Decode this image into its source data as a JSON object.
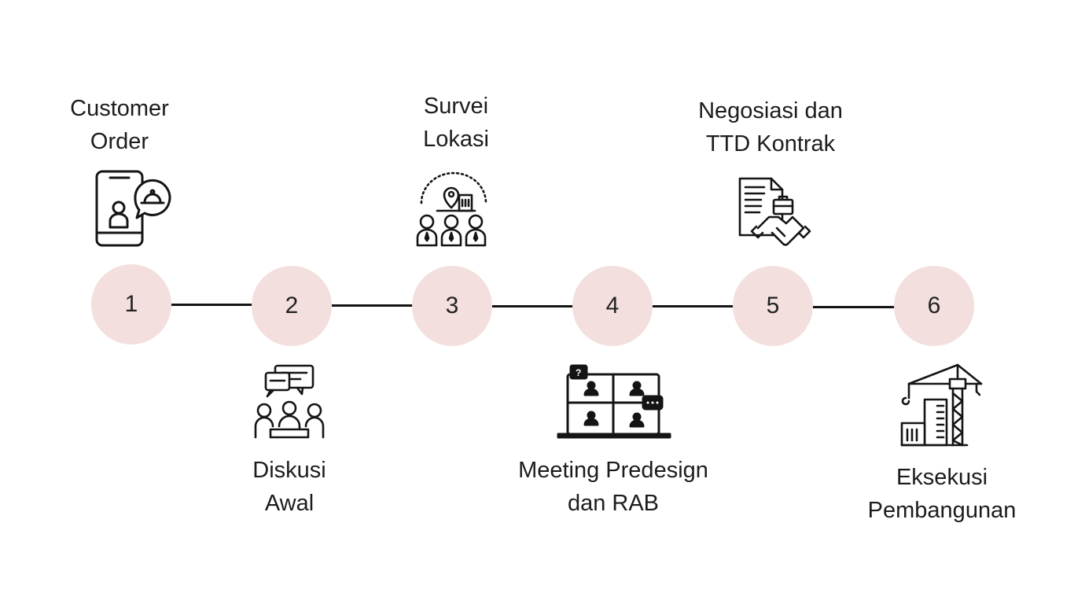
{
  "steps": [
    {
      "number": "1",
      "label_lines": [
        "Customer",
        "Order"
      ],
      "icon": "phone-order-icon"
    },
    {
      "number": "2",
      "label_lines": [
        "Diskusi",
        "Awal"
      ],
      "icon": "group-discussion-icon"
    },
    {
      "number": "3",
      "label_lines": [
        "Survei",
        "Lokasi"
      ],
      "icon": "location-survey-icon"
    },
    {
      "number": "4",
      "label_lines": [
        "Meeting Predesign",
        "dan RAB"
      ],
      "icon": "video-meeting-icon"
    },
    {
      "number": "5",
      "label_lines": [
        "Negosiasi dan",
        "TTD Kontrak"
      ],
      "icon": "contract-handshake-icon"
    },
    {
      "number": "6",
      "label_lines": [
        "Eksekusi",
        "Pembangunan"
      ],
      "icon": "construction-crane-icon"
    }
  ],
  "colors": {
    "circle_fill": "#f3dfdd",
    "line": "#141414",
    "text": "#1c1c1c"
  }
}
